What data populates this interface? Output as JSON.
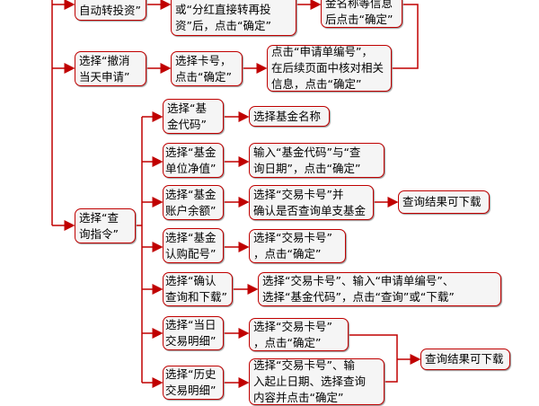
{
  "colors": {
    "line": "#c00000",
    "box_fill": "#f5f5f5"
  },
  "top": {
    "a": "自动转投资”",
    "b": "或“分红直接转再投\n资”后，点击“确定”",
    "c": "金名称等信息\n后点击“确定”"
  },
  "cancel": {
    "a": "选择“撤消\n当天申请”",
    "b": "选择卡号，\n点击“确定”",
    "c": "点击“申请单编号”，\n在后续页面中核对相关\n信息，点击“确定”"
  },
  "query": {
    "root": "选择“查\n询指令”",
    "rows": [
      {
        "a": "选择“基\n金代码”",
        "b": "选择基金名称"
      },
      {
        "a": "选择“基金\n单位净值”",
        "b": "输入“基金代码”与“查\n询日期”，点击“确定”"
      },
      {
        "a": "选择“基金\n账户余额”",
        "b": "选择“交易卡号”并\n确认是否查询单支基金",
        "c": "查询结果可下载"
      },
      {
        "a": "选择“基金\n认购配号”",
        "b": "选择“交易卡号”\n，点击“确定”"
      },
      {
        "a": "选择“确认\n查询和下载”",
        "b": "选择“交易卡号”、输入“申请单编号”、\n选择“基金代码”，点击“查询”或“下载”"
      },
      {
        "a": "选择“当日\n交易明细”",
        "b": "选择“交易卡号”\n，点击“确定”"
      },
      {
        "a": "选择“历史\n交易明细”",
        "b": "选择“交易卡号”、输\n入起止日期、选择查询\n内容并点击“确定”"
      }
    ],
    "merged_result": "查询结果可下载"
  }
}
